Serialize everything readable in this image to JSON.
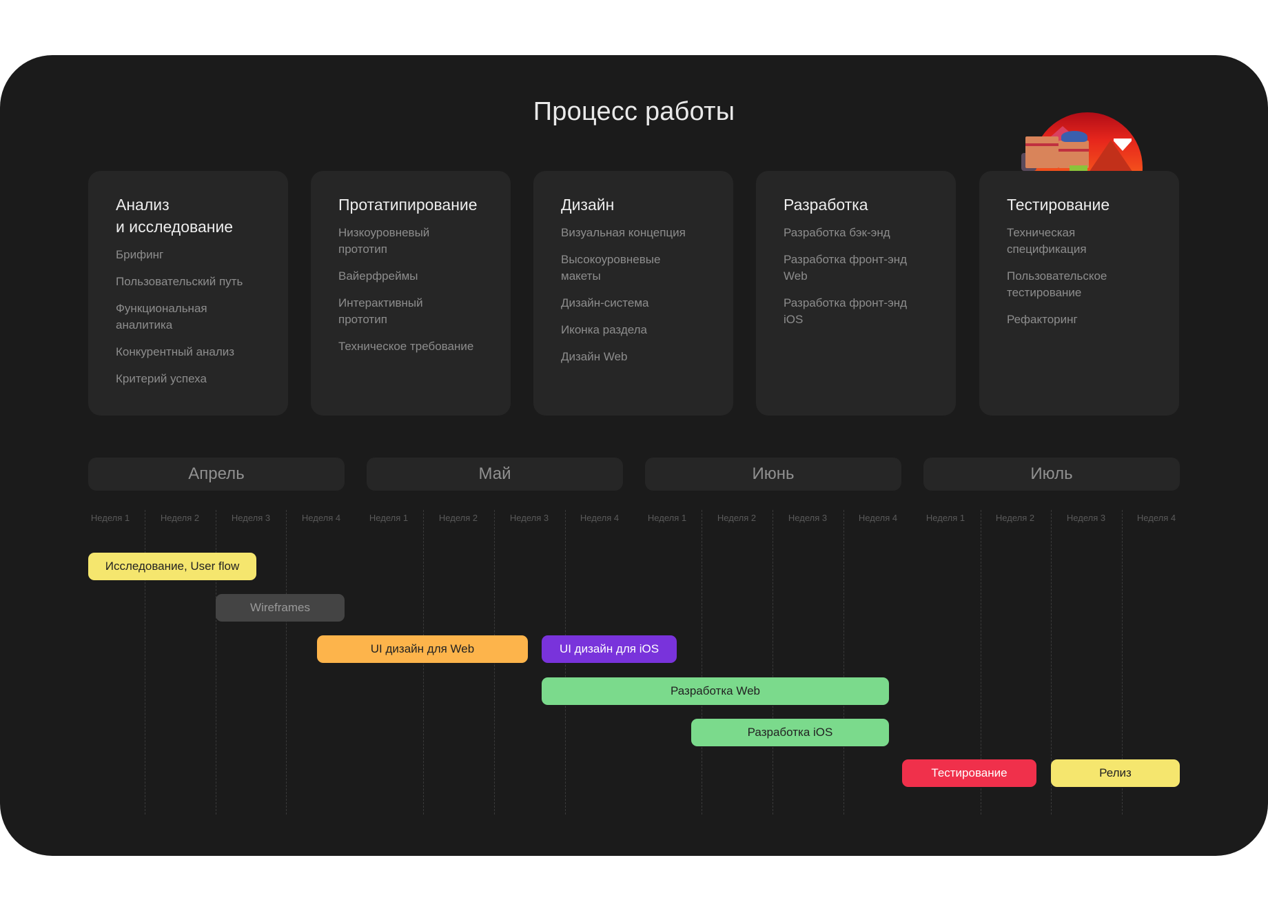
{
  "title": "Процесс работы",
  "colors": {
    "panel_bg": "#1b1b1b",
    "card_bg": "#262626",
    "yellow": "#F5E66E",
    "gray": "#444444",
    "orange": "#FDB44B",
    "purple": "#7933DB",
    "green": "#7BDA8C",
    "red": "#F0304B"
  },
  "illustration": {
    "icon": "sunset-boxes-illustration"
  },
  "stages": [
    {
      "title": "Анализ\nи исследование",
      "items": [
        "Брифинг",
        "Пользовательский путь",
        "Функциональная\nаналитика",
        "Конкурентный анализ",
        "Критерий успеха"
      ]
    },
    {
      "title": "Протатипирование",
      "items": [
        "Низкоуровневый\nпрототип",
        "Вайерфреймы",
        "Интерактивный\nпрототип",
        "Техническое требование"
      ]
    },
    {
      "title": "Дизайн",
      "items": [
        "Визуальная концепция",
        "Высокоуровневые\nмакеты",
        "Дизайн-система",
        "Иконка раздела",
        "Дизайн Web"
      ]
    },
    {
      "title": "Разработка",
      "items": [
        "Разработка бэк-энд",
        "Разработка фронт-энд\nWeb",
        "Разработка фронт-энд\niOS"
      ]
    },
    {
      "title": "Тестирование",
      "items": [
        "Техническая\nспецификация",
        "Пользовательское\nтестирование",
        "Рефакторинг"
      ]
    }
  ],
  "timeline": {
    "months": [
      "Апрель",
      "Май",
      "Июнь",
      "Июль"
    ],
    "weeks": [
      "Неделя 1",
      "Неделя 2",
      "Неделя 3",
      "Неделя 4"
    ],
    "tasks": [
      {
        "label": "Исследование, User flow",
        "color": "#F5E66E",
        "text_color": "#222222",
        "start": "Апрель Неделя 1",
        "end": "Апрель Неделя 3"
      },
      {
        "label": "Wireframes",
        "color": "#444444",
        "text_color": "#9a9a9a",
        "start": "Апрель Неделя 3",
        "end": "Апрель Неделя 4"
      },
      {
        "label": "UI дизайн для Web",
        "color": "#FDB44B",
        "text_color": "#222222",
        "start": "Апрель Неделя 4",
        "end": "Май Неделя 3"
      },
      {
        "label": "UI дизайн для iOS",
        "color": "#7933DB",
        "text_color": "#ffffff",
        "start": "Май Неделя 3",
        "end": "Июнь Неделя 1"
      },
      {
        "label": "Разработка Web",
        "color": "#7BDA8C",
        "text_color": "#222222",
        "start": "Май Неделя 3",
        "end": "Июнь Неделя 4"
      },
      {
        "label": "Разработка iOS",
        "color": "#7BDA8C",
        "text_color": "#222222",
        "start": "Июнь Неделя 1",
        "end": "Июнь Неделя 4"
      },
      {
        "label": "Тестирование",
        "color": "#F0304B",
        "text_color": "#ffffff",
        "start": "Июль Неделя 1",
        "end": "Июль Неделя 2"
      },
      {
        "label": "Релиз",
        "color": "#F5E66E",
        "text_color": "#222222",
        "start": "Июль Неделя 3",
        "end": "Июль Неделя 4"
      }
    ]
  }
}
